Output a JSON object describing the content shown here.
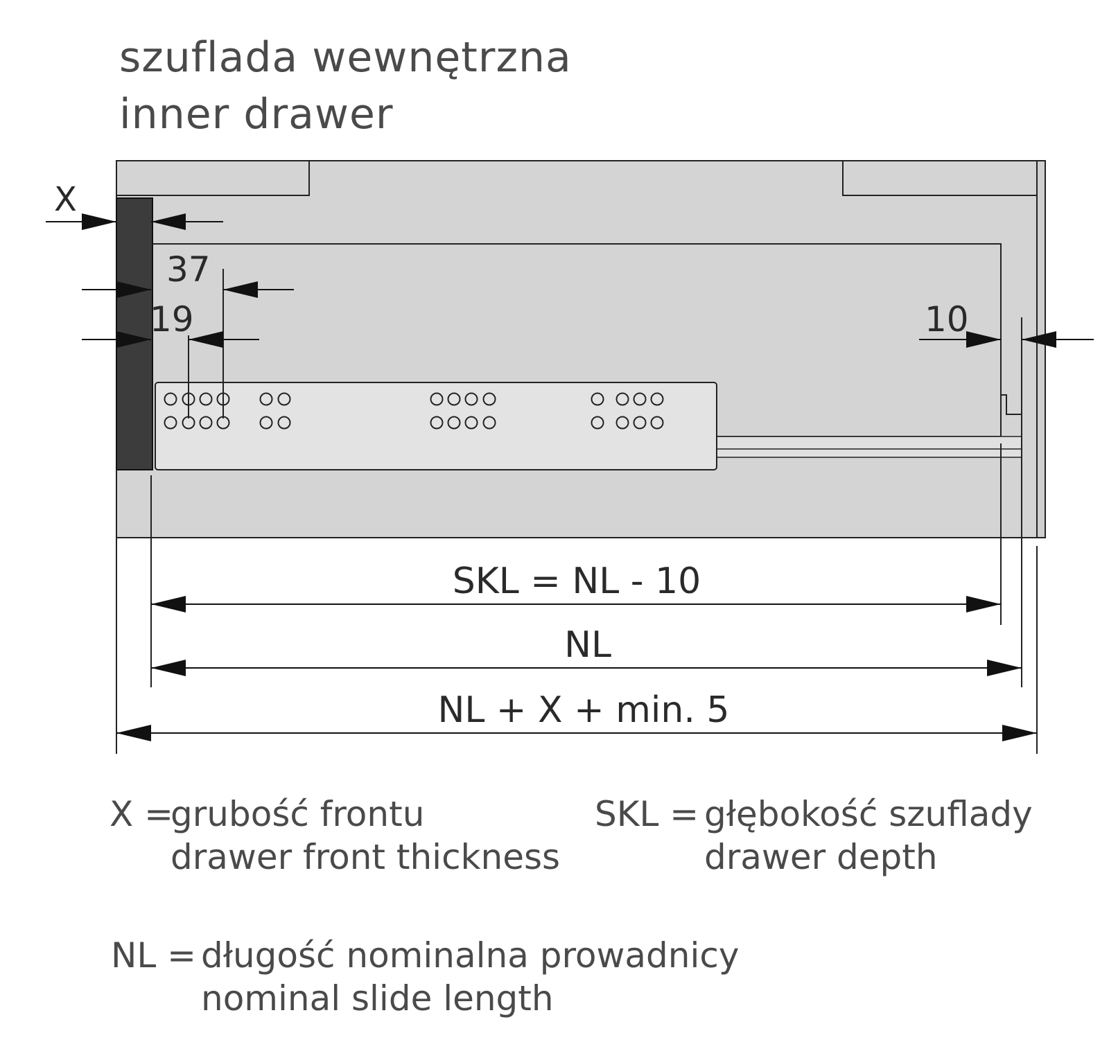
{
  "title": {
    "pl": "szuflada wewnętrzna",
    "en": "inner drawer"
  },
  "dimensions": {
    "x": "X",
    "d37": "37",
    "d19": "19",
    "d10": "10",
    "skl": "SKL = NL - 10",
    "nl": "NL",
    "total": "NL + X + min. 5"
  },
  "legend": {
    "x": {
      "key": "X =",
      "pl": "grubość frontu",
      "en": "drawer front thickness"
    },
    "skl": {
      "key": "SKL =",
      "pl": "głębokość szuflady",
      "en": "drawer depth"
    },
    "nl": {
      "key": "NL =",
      "pl": "długość nominalna prowadnicy",
      "en": "nominal slide length"
    }
  },
  "colors": {
    "cabinet": "#d3d3d3",
    "drawer": "#cccccc",
    "front": "#3a3a3a",
    "slide": "#e2e2e2",
    "line": "#1a1a1a"
  }
}
